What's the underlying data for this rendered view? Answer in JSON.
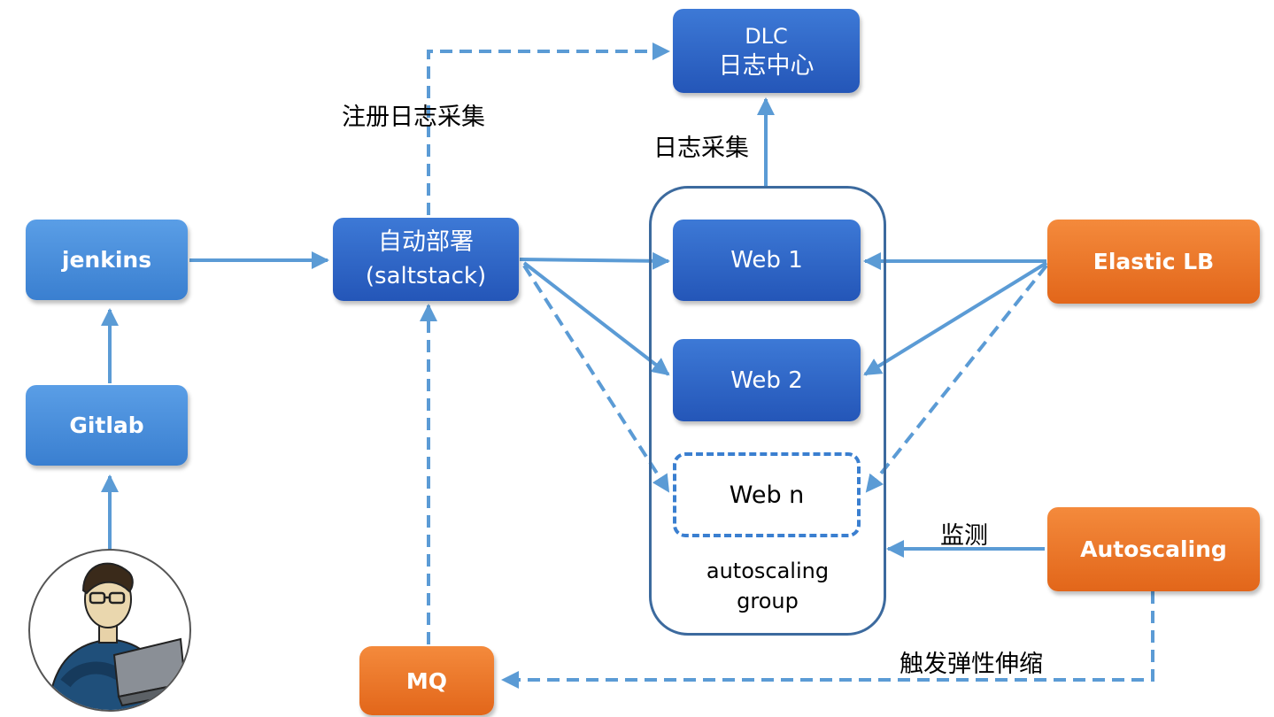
{
  "nodes": {
    "jenkins": "jenkins",
    "gitlab": "Gitlab",
    "deploy_line1": "自动部署",
    "deploy_line2": "(saltstack)",
    "dlc_line1": "DLC",
    "dlc_line2": "日志中心",
    "web1": "Web 1",
    "web2": "Web 2",
    "webn": "Web n",
    "elastic_lb": "Elastic LB",
    "autoscaling": "Autoscaling",
    "mq": "MQ",
    "group_line1": "autoscaling",
    "group_line2": "group"
  },
  "edge_labels": {
    "register_log": "注册日志采集",
    "log_collect": "日志采集",
    "monitor": "监测",
    "trigger_scaling": "触发弹性伸缩"
  },
  "colors": {
    "arrow": "#5b9bd5",
    "light_blue": "#4a8fde",
    "dark_blue": "#2e62c4",
    "orange": "#ec7424"
  },
  "avatar": {
    "icon": "developer-avatar-icon"
  }
}
